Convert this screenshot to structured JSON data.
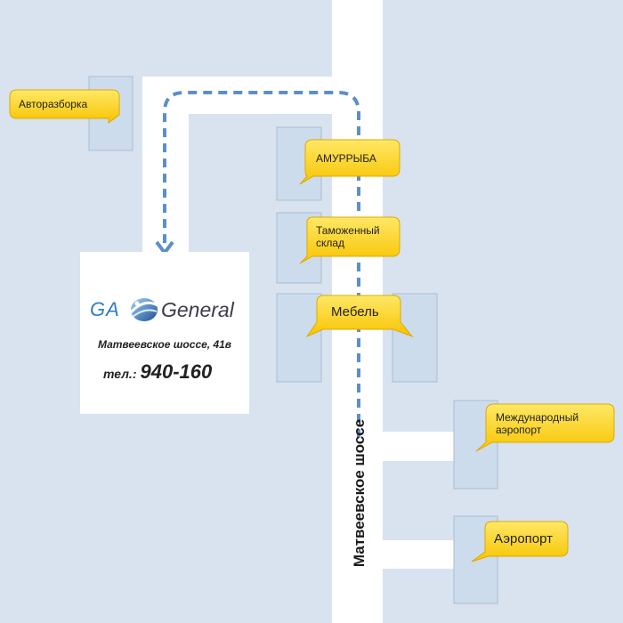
{
  "map": {
    "road_name": "Матвеевское шоссе",
    "colors": {
      "background": "#d8e3ef",
      "road": "#ffffff",
      "building": "#cddcec",
      "building_outline": "#a9bdd4",
      "label_fill": "#ffd21c",
      "label_outline": "#e0a800",
      "route": "#5b8fc9"
    },
    "landmarks": [
      {
        "id": "avtorazborka",
        "text": "Авторазборка"
      },
      {
        "id": "amurryba",
        "text": "АМУРРЫБА"
      },
      {
        "id": "customs",
        "line1": "Таможенный",
        "line2": "склад"
      },
      {
        "id": "mebel",
        "text": "Мебель"
      },
      {
        "id": "intl-airport",
        "line1": "Международный",
        "line2": "аэропорт"
      },
      {
        "id": "airport",
        "text": "Аэропорт"
      }
    ]
  },
  "company": {
    "logo_left": "GA",
    "logo_right": "General",
    "logo_icon": "swirl-emblem-icon",
    "address": "Матвеевское шоссе, 41в",
    "phone_prefix": "тел.:",
    "phone_number": "940-160"
  }
}
